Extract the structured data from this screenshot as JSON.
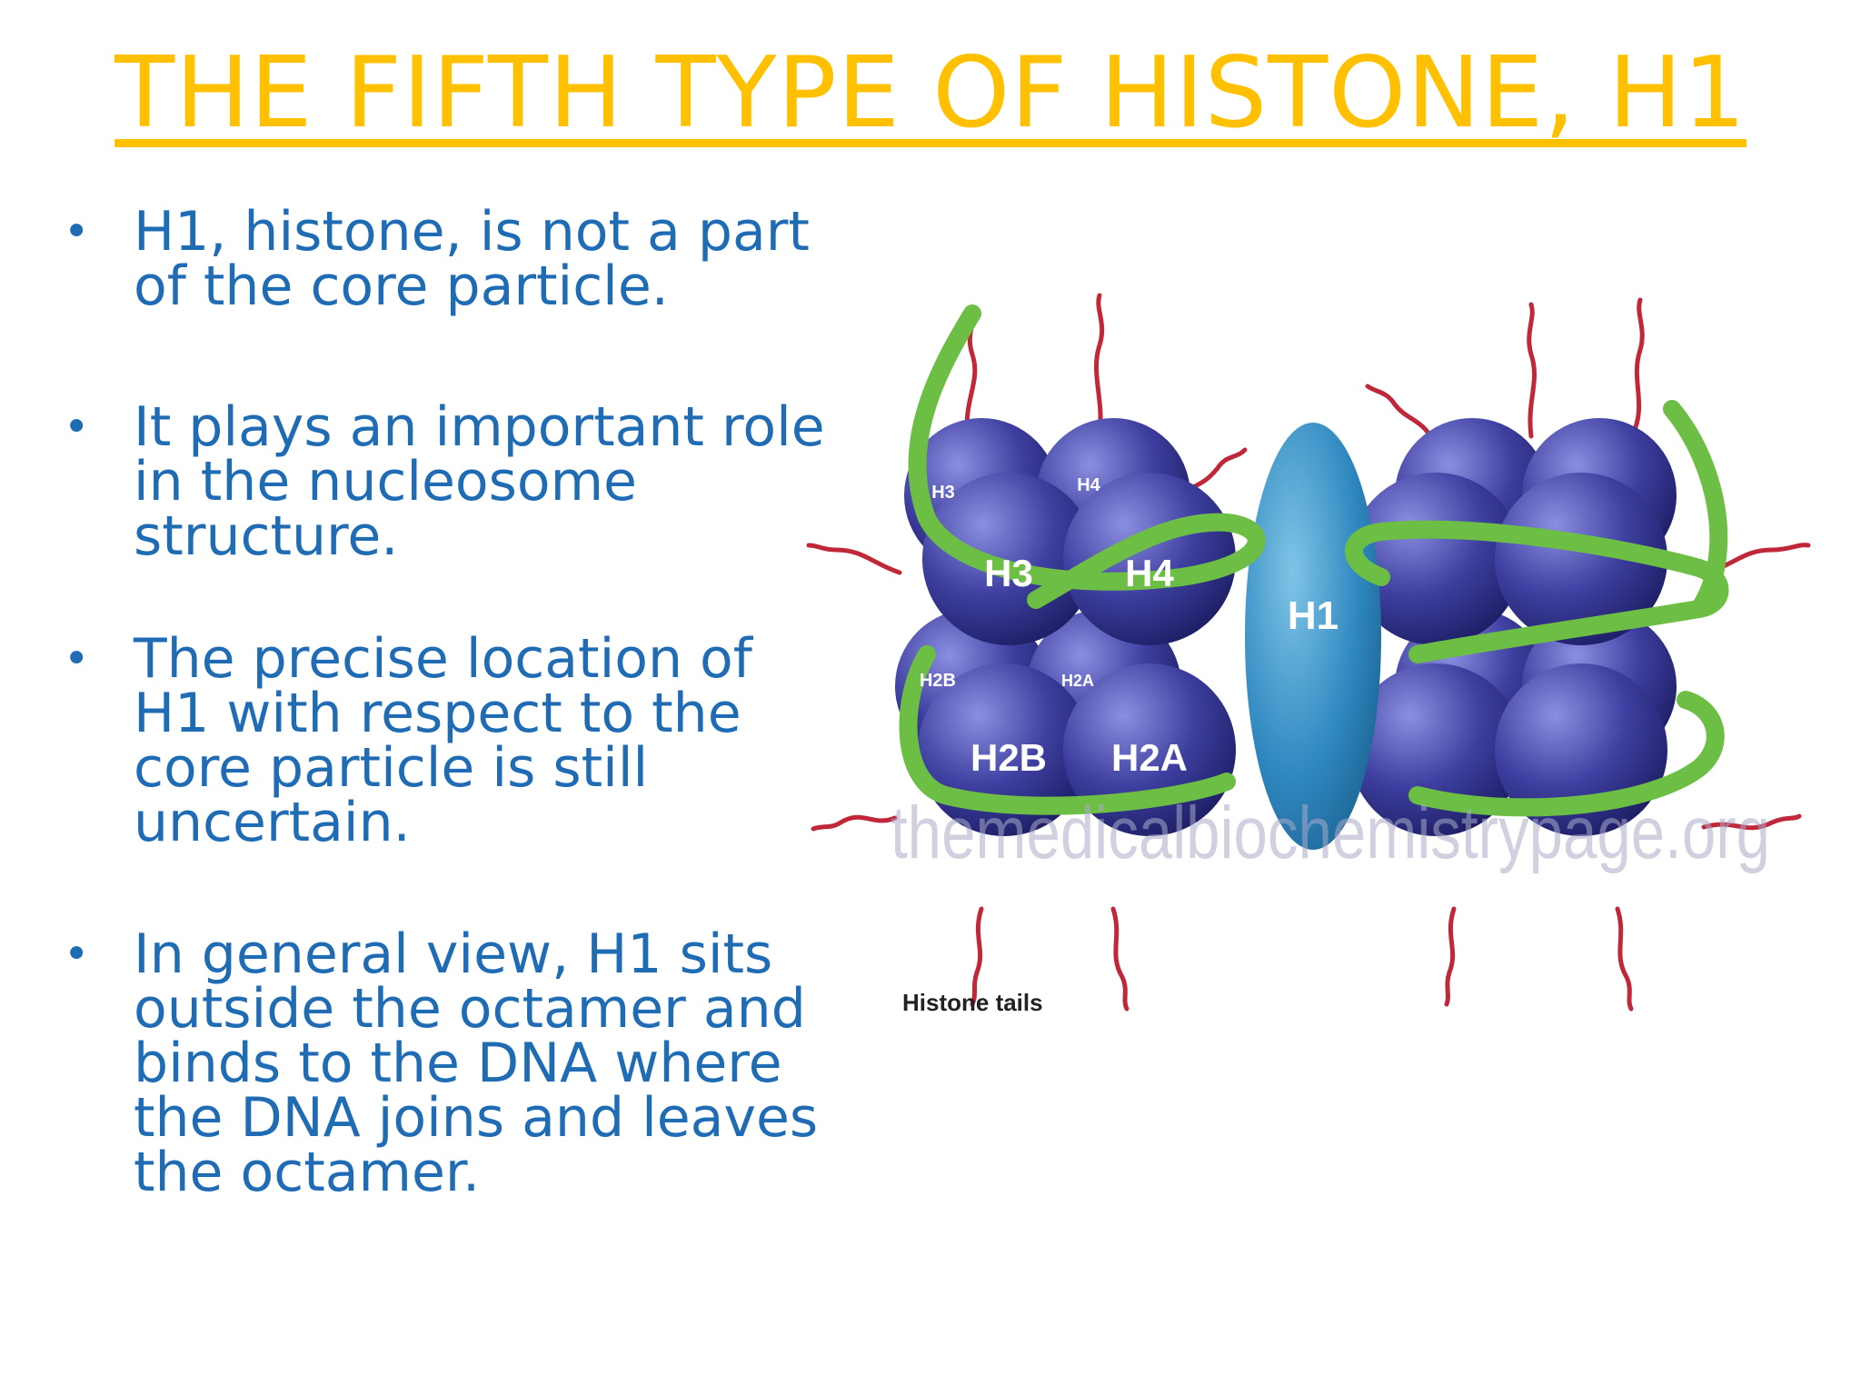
{
  "title": "THE FIFTH TYPE OF HISTONE, H1",
  "bullets": [
    "H1, histone, is not a part of the core particle.",
    "It plays an important role in the nucleosome structure.",
    "The precise location of H1 with respect to the core particle is still uncertain.",
    "In general view, H1 sits outside the octamer and binds to the DNA where the DNA joins and leaves the octamer."
  ],
  "bullet_symbol": "•",
  "diagram": {
    "labels": {
      "h3_small": "H3",
      "h4_small": "H4",
      "h3": "H3",
      "h4": "H4",
      "h2b_small": "H2B",
      "h2a_small": "H2A",
      "h2b": "H2B",
      "h2a": "H2A",
      "h1": "H1"
    },
    "caption": "Histone tails",
    "watermark": "themedicalbiochemistrypage.org"
  },
  "colors": {
    "title": "#FFC000",
    "text": "#1F6CB5",
    "histone": "#3E3FA0",
    "dna": "#6DBE45",
    "tail": "#C0283A",
    "h1": "#2F88C0"
  }
}
